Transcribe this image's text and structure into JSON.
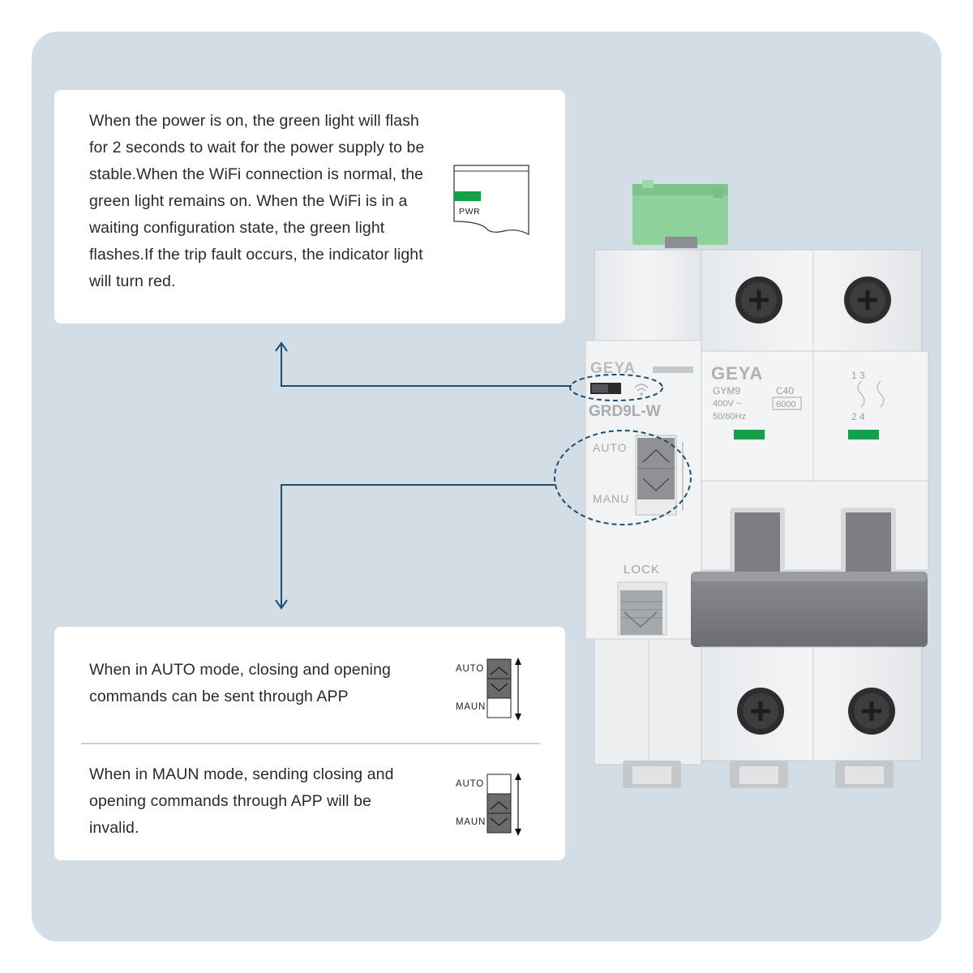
{
  "top_card": {
    "text": "When the power is on, the green light will flash for 2 seconds to wait for the power supply to be stable.When the WiFi connection is normal, the green light remains on. When the WiFi is in a waiting configuration state, the green light flashes.If the trip fault occurs, the indicator light will turn red.",
    "indicator_label": "PWR"
  },
  "mode_auto": {
    "text": "When in AUTO mode, closing and opening commands can be sent through APP",
    "top_label": "AUTO",
    "bottom_label": "MAUN"
  },
  "mode_maun": {
    "text": "When in MAUN mode, sending closing and opening commands through APP will be invalid.",
    "top_label": "AUTO",
    "bottom_label": "MAUN"
  },
  "device": {
    "brand_small": "GEYA",
    "model": "GRD9L-W",
    "switch_top": "AUTO",
    "switch_bottom": "MANU",
    "lock_label": "LOCK",
    "brand_main": "GEYA",
    "series": "GYM9",
    "rating": "C40",
    "voltage": "400V ~",
    "frequency": "50/60Hz",
    "breaking_capacity": "6000",
    "terminal_top": "1  3",
    "terminal_bottom": "2  4"
  },
  "colors": {
    "panel": "#d3dde6",
    "indicator_green": "#14a04a",
    "line": "#1f4e73",
    "terminal_block": "#8ed19a"
  }
}
